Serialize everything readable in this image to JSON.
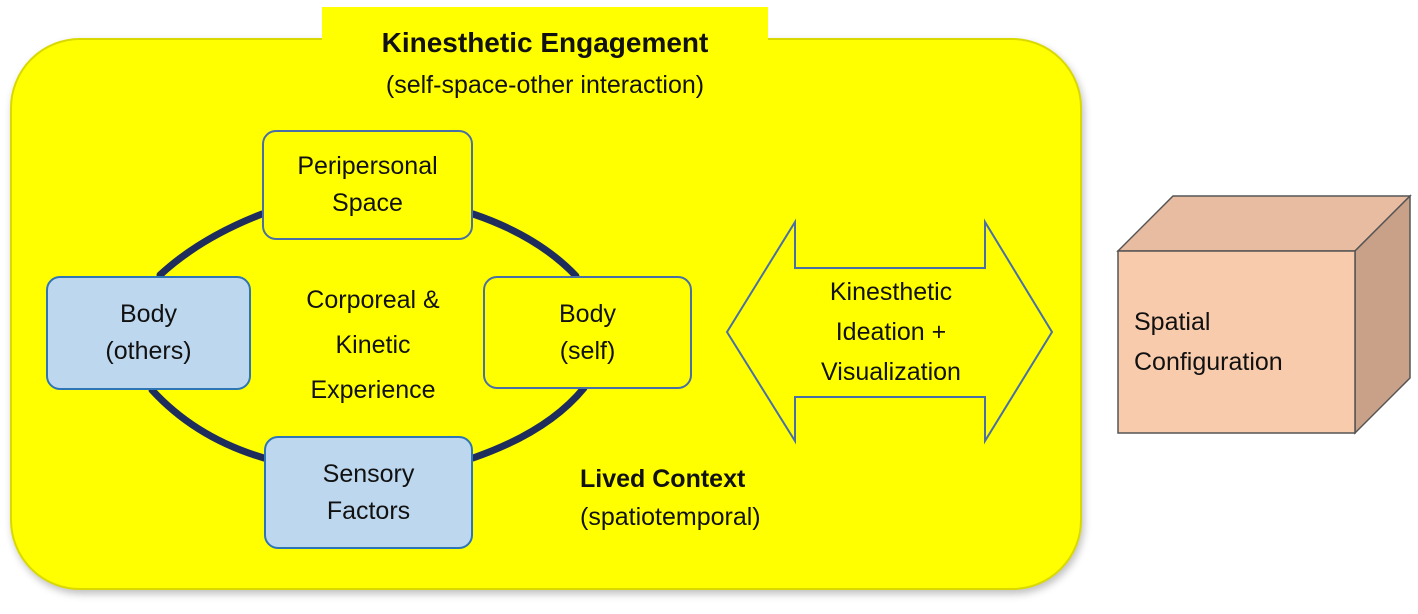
{
  "title": {
    "main": "Kinesthetic Engagement",
    "sub": "(self-space-other  interaction)"
  },
  "nodes": {
    "peripersonal": [
      "Peripersonal",
      "Space"
    ],
    "body_others": [
      "Body",
      "(others)"
    ],
    "body_self": [
      "Body",
      "(self)"
    ],
    "sensory": [
      "Sensory",
      "Factors"
    ]
  },
  "center_label": [
    "Corporeal &",
    "Kinetic",
    "Experience"
  ],
  "lived_context": {
    "main": "Lived Context",
    "sub": "(spatiotemporal)"
  },
  "arrow_label": [
    "Kinesthetic",
    "Ideation +",
    "Visualization"
  ],
  "cube_label": [
    "Spatial",
    "Configuration"
  ],
  "colors": {
    "panel": "#ffff00",
    "blue_node": "#bdd7ee",
    "ring": "#1f2d5c",
    "cube_front": "#f8cbad",
    "cube_side": "#c9a088",
    "cube_top": "#e8bca1"
  }
}
